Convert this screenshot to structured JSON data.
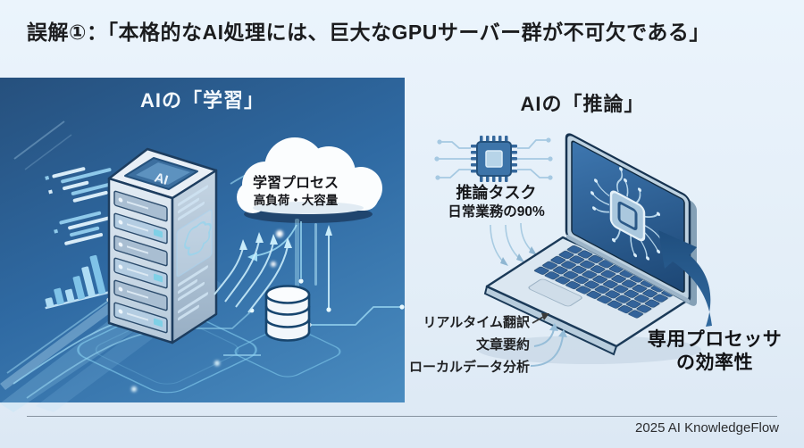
{
  "page": {
    "title": "誤解①：「本格的なAI処理には、巨大なGPUサーバー群が不可欠である」",
    "footer": "2025 AI KnowledgeFlow",
    "background_color": "#e7f1fa"
  },
  "learning_panel": {
    "title": "AIの「学習」",
    "server_label": "AI",
    "cloud_label": {
      "line1": "学習プロセス",
      "line2": "高負荷・大容量"
    },
    "panel_color": "#2f6aa3",
    "accent_cyan": "#9fdcf5"
  },
  "inference_panel": {
    "title": "AIの「推論」",
    "chip_caption": {
      "line1": "推論タスク",
      "line2": "日常業務の90%"
    },
    "tasks": [
      "リアルタイム翻訳",
      "文章要約",
      "ローカルデータ分析"
    ],
    "highlight": {
      "line1": "専用プロセッサ",
      "line2": "の効率性"
    },
    "arrow_color": "#2a6195"
  }
}
